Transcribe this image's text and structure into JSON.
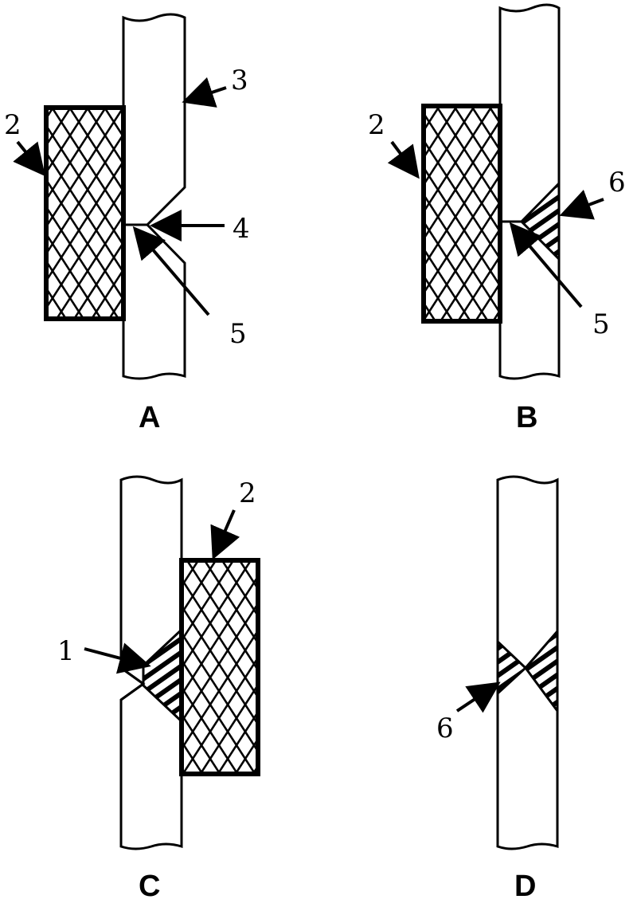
{
  "panels": [
    {
      "id": "A",
      "label": "A",
      "callouts": [
        "2",
        "3",
        "4",
        "5"
      ]
    },
    {
      "id": "B",
      "label": "B",
      "callouts": [
        "2",
        "6",
        "5"
      ]
    },
    {
      "id": "C",
      "label": "C",
      "callouts": [
        "2",
        "1"
      ]
    },
    {
      "id": "D",
      "label": "D",
      "callouts": [
        "6"
      ]
    }
  ],
  "colors": {
    "ink": "#000000",
    "paper": "#ffffff"
  }
}
